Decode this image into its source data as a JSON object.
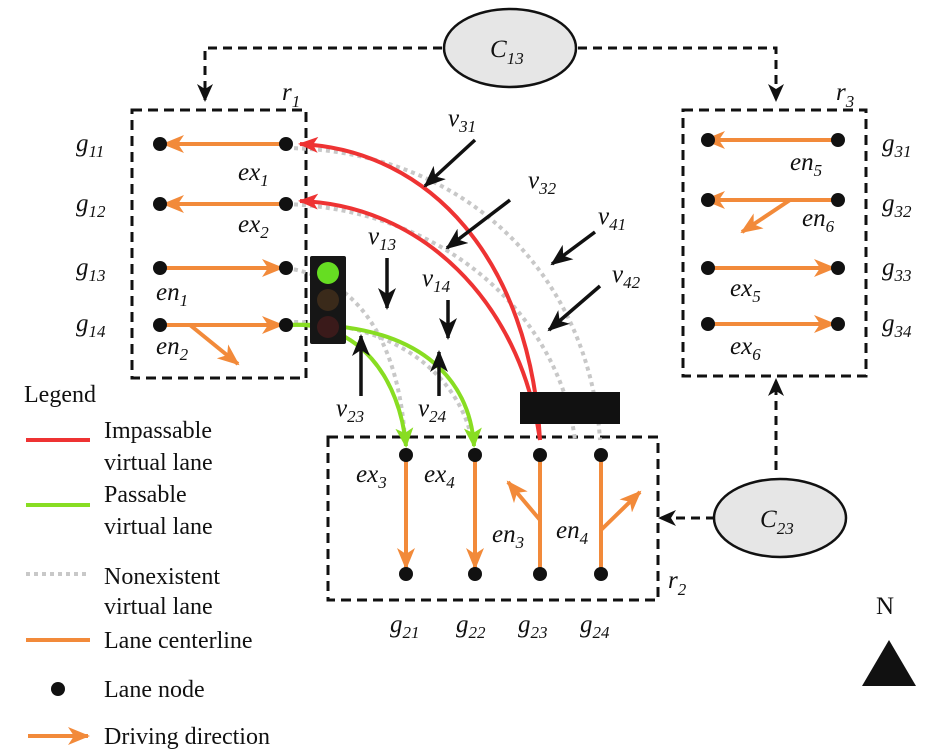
{
  "controllers": {
    "c13": {
      "base": "C",
      "sub": "13"
    },
    "c23": {
      "base": "C",
      "sub": "23"
    }
  },
  "regions": {
    "r1": {
      "base": "r",
      "sub": "1"
    },
    "r2": {
      "base": "r",
      "sub": "2"
    },
    "r3": {
      "base": "r",
      "sub": "3"
    }
  },
  "gates": {
    "g11": {
      "base": "g",
      "sub": "11"
    },
    "g12": {
      "base": "g",
      "sub": "12"
    },
    "g13": {
      "base": "g",
      "sub": "13"
    },
    "g14": {
      "base": "g",
      "sub": "14"
    },
    "g21": {
      "base": "g",
      "sub": "21"
    },
    "g22": {
      "base": "g",
      "sub": "22"
    },
    "g23": {
      "base": "g",
      "sub": "23"
    },
    "g24": {
      "base": "g",
      "sub": "24"
    },
    "g31": {
      "base": "g",
      "sub": "31"
    },
    "g32": {
      "base": "g",
      "sub": "32"
    },
    "g33": {
      "base": "g",
      "sub": "33"
    },
    "g34": {
      "base": "g",
      "sub": "34"
    }
  },
  "nodes": {
    "ex1": {
      "base": "ex",
      "sub": "1"
    },
    "ex2": {
      "base": "ex",
      "sub": "2"
    },
    "ex3": {
      "base": "ex",
      "sub": "3"
    },
    "ex4": {
      "base": "ex",
      "sub": "4"
    },
    "ex5": {
      "base": "ex",
      "sub": "5"
    },
    "ex6": {
      "base": "ex",
      "sub": "6"
    },
    "en1": {
      "base": "en",
      "sub": "1"
    },
    "en2": {
      "base": "en",
      "sub": "2"
    },
    "en3": {
      "base": "en",
      "sub": "3"
    },
    "en4": {
      "base": "en",
      "sub": "4"
    },
    "en5": {
      "base": "en",
      "sub": "5"
    },
    "en6": {
      "base": "en",
      "sub": "6"
    }
  },
  "virtual_lanes": {
    "v31": {
      "base": "v",
      "sub": "31"
    },
    "v32": {
      "base": "v",
      "sub": "32"
    },
    "v41": {
      "base": "v",
      "sub": "41"
    },
    "v42": {
      "base": "v",
      "sub": "42"
    },
    "v13": {
      "base": "v",
      "sub": "13"
    },
    "v14": {
      "base": "v",
      "sub": "14"
    },
    "v23": {
      "base": "v",
      "sub": "23"
    },
    "v24": {
      "base": "v",
      "sub": "24"
    }
  },
  "legend": {
    "title": "Legend",
    "impassable_1": "Impassable",
    "impassable_2": "virtual lane",
    "passable_1": "Passable",
    "passable_2": "virtual lane",
    "nonexistent_1": "Nonexistent",
    "nonexistent_2": "virtual lane",
    "centerline": "Lane centerline",
    "node": "Lane node",
    "direction": "Driving direction"
  },
  "north": "N",
  "colors": {
    "impassable": "#ee3333",
    "passable": "#88dd22",
    "nonexistent": "#c8c8c8",
    "centerline": "#f28a3a",
    "node": "#111111",
    "controller_fill": "#e6e6e6"
  }
}
